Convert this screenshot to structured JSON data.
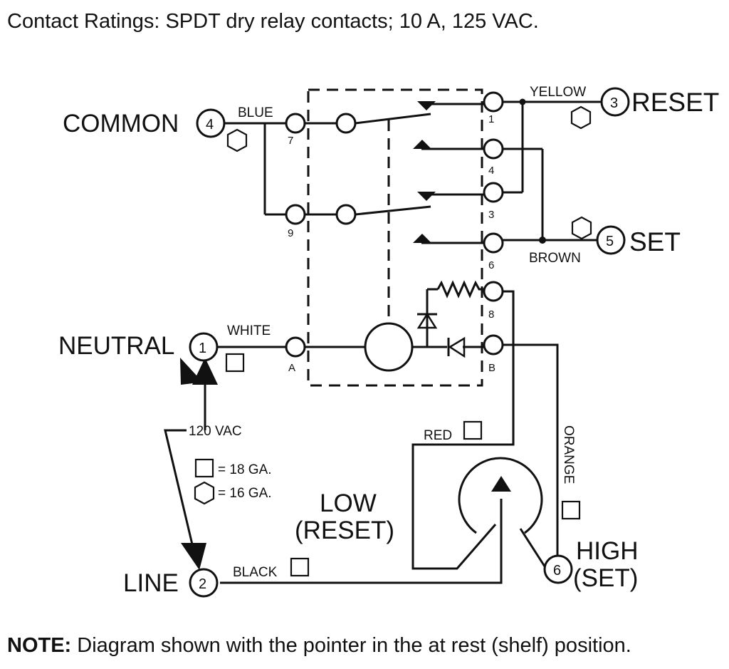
{
  "header": {
    "contact_ratings": "Contact Ratings: SPDT dry relay contacts; 10 A, 125 VAC."
  },
  "note": {
    "label": "NOTE:",
    "text": "Diagram shown with the pointer in the at rest (shelf) position."
  },
  "terminals": {
    "common": {
      "label": "COMMON",
      "number": "4"
    },
    "reset": {
      "label": "RESET",
      "number": "3"
    },
    "set": {
      "label": "SET",
      "number": "5"
    },
    "neutral": {
      "label": "NEUTRAL",
      "number": "1"
    },
    "line": {
      "label": "LINE",
      "number": "2"
    },
    "high": {
      "label_line1": "HIGH",
      "label_line2": "(SET)",
      "number": "6"
    }
  },
  "low_label": {
    "line1": "LOW",
    "line2": "(RESET)"
  },
  "wires": {
    "blue": "BLUE",
    "yellow": "YELLOW",
    "brown": "BROWN",
    "white": "WHITE",
    "red": "RED",
    "orange": "ORANGE",
    "black": "BLACK"
  },
  "relay_pins": {
    "p7": "7",
    "p9": "9",
    "p1": "1",
    "p4": "4",
    "p3": "3",
    "p6": "6",
    "p8": "8",
    "pA": "A",
    "pB": "B"
  },
  "voltage": "120 VAC",
  "legend": {
    "square": "= 18 GA.",
    "hexagon": "= 16 GA."
  }
}
